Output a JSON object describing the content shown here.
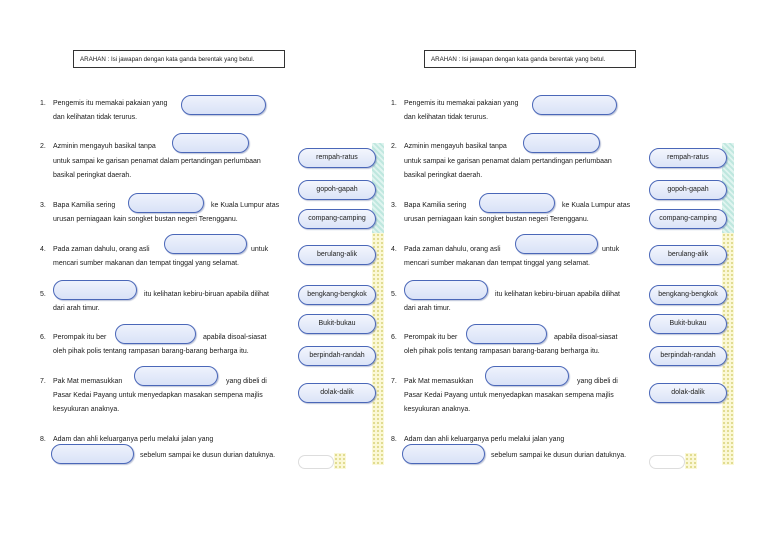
{
  "instruction": "ARAHAN : Isi jawapan dengan kata ganda berentak yang betul.",
  "questions": [
    {
      "n": "1.",
      "a": "Pengemis itu memakai pakaian yang",
      "b": "dan kelihatan  tidak terurus."
    },
    {
      "n": "2.",
      "a": "Azminin mengayuh basikal tanpa",
      "b": "untuk sampai ke garisan penamat dalam pertandingan perlumbaan",
      "c": "basikal peringkat daerah."
    },
    {
      "n": "3.",
      "a": "Bapa Kamilia sering",
      "a2": "ke Kuala Lumpur atas",
      "b": "urusan perniagaan kain songket bustan negeri Terengganu."
    },
    {
      "n": "4.",
      "a": "Pada zaman dahulu, orang asli",
      "a2": "untuk",
      "b": "mencari sumber makanan dan tempat tinggal yang selamat."
    },
    {
      "n": "5.",
      "a2": "itu kelihatan kebiru-biruan apabila dilihat",
      "b": "dari arah timur."
    },
    {
      "n": "6.",
      "a": "Perompak itu ber",
      "a2": "apabila disoal-siasat",
      "b": "oleh pihak polis tentang rampasan barang-barang berharga itu."
    },
    {
      "n": "7.",
      "a": "Pak Mat memasukkan",
      "a2": "yang dibeli  di",
      "b": "Pasar Kedai Payang untuk menyedapkan masakan sempena majlis",
      "c": "kesyukuran anaknya."
    },
    {
      "n": "8.",
      "a": "Adam dan ahli keluarganya perlu melalui jalan yang",
      "b2": "sebelum sampai ke dusun durian datuknya."
    }
  ],
  "options": [
    "rempah-ratus",
    "gopoh-gapah",
    "compang-camping",
    "berulang-alik",
    "bengkang-bengkok",
    "Bukit-bukau",
    "berpindah-randah",
    "dolak-dalik"
  ]
}
